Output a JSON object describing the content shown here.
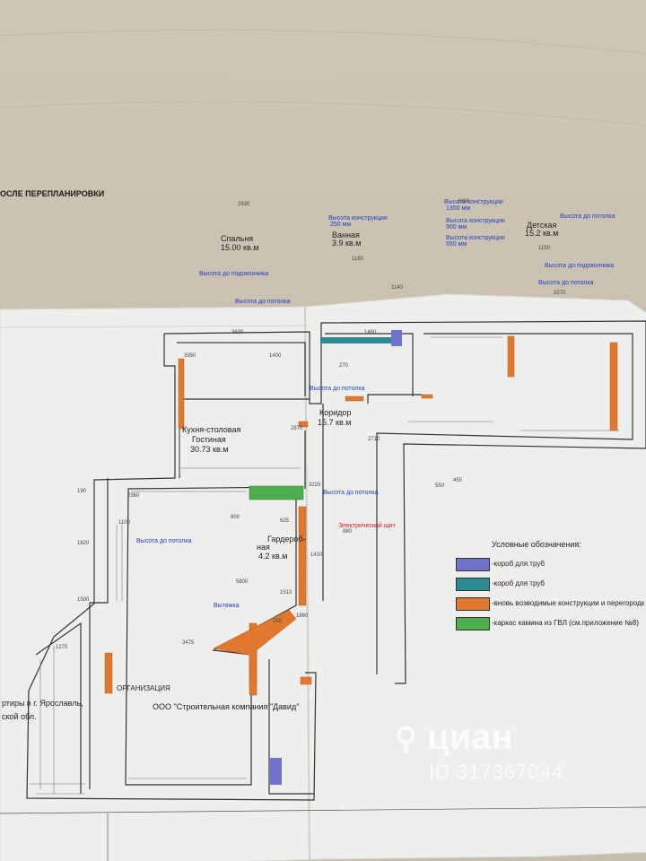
{
  "header": {
    "title": "ОСЛЕ ПЕРЕПЛАНИРОВКИ"
  },
  "rooms": {
    "bedroom": {
      "name": "Спальня",
      "area": "15.00 кв.м"
    },
    "bathroom": {
      "name": "Ванная",
      "area": "3.9 кв.м"
    },
    "kids": {
      "name": "Детская",
      "area": "15.2 кв.м"
    },
    "kitchen": {
      "line1": "Кухня-столовая",
      "line2": "Гостиная",
      "area": "30.73 кв.м"
    },
    "corridor": {
      "name": "Коридор",
      "area": "15.7 кв.м"
    },
    "wardrobe": {
      "line1": "Гардероб-",
      "line2": "ная",
      "area": "4.2 кв.м"
    }
  },
  "annotations": {
    "sill_bedroom": "Высота до подоконника",
    "ceiling_bedroom": "Высота до потолка",
    "ceiling_kitchen": "Высота до потолка",
    "ceiling_corridor1": "Высота до потолка",
    "ceiling_corridor2": "Высота до потолка",
    "hood": "Вытяжка",
    "ceiling_kids1": "Высота до потолка",
    "ceiling_kids2": "Высота до потолка",
    "sill_kids": "Высота до подоконника",
    "bath_construct": "Высота конструкции",
    "bath_construct_val": "250 мм",
    "kids_c1": "Высота конструкции",
    "kids_c1v": "1350 мм",
    "kids_c2": "Высота конструкции",
    "kids_c2v": "900 мм",
    "kids_c3": "Высота конструкции",
    "kids_c3v": "550 мм",
    "electric": "Электрический щит"
  },
  "dimensions": {
    "d2630": "2630",
    "d2180": "2180",
    "d1180": "1180",
    "d3630": "3630",
    "d3950": "3950",
    "d1400": "1400",
    "d270": "270",
    "d2870": "2870",
    "d2710": "2710",
    "d3475": "3475",
    "d1270": "1270",
    "d1820": "1820",
    "d1500": "1500",
    "d190": "190",
    "d2360": "2360",
    "d1460": "1460",
    "d3220": "3220",
    "d1410": "1410",
    "d1140": "1140",
    "d2270": "2270",
    "d1510": "1510",
    "d880": "880",
    "d250": "250",
    "d550": "550",
    "d800": "800",
    "d625": "625",
    "d5800": "5800",
    "d1860": "1860",
    "d1100": "1100",
    "d450": "450",
    "d1150": "1150"
  },
  "legend": {
    "title": "Условные обозначения:",
    "items": [
      {
        "label": "-короб для труб",
        "color": "#6f73c9"
      },
      {
        "label": "-короб для труб",
        "color": "#2c8a93"
      },
      {
        "label": "-вновь возводимые конструкции и перегородк",
        "color": "#e0782f"
      },
      {
        "label": "-каркас камина из ГВЛ (см.приложение №8)",
        "color": "#4cae4c"
      }
    ]
  },
  "footer": {
    "left_line1": "ртиры в г. Ярославль,",
    "left_line2": "ской обл.",
    "org_label": "ОРГАНИЗАЦИЯ",
    "org_name": "ООО \"Строительная компания \"Давид\""
  },
  "watermark": {
    "brand": "циан",
    "id": "ID 317367044"
  },
  "colors": {
    "new_construction": "#e0782f",
    "fireplace": "#4cae4c",
    "pipe_box_teal": "#2c8a93",
    "pipe_box_violet": "#6f73c9",
    "annotation_blue": "#1f3fc9",
    "annotation_red": "#c8261f"
  }
}
